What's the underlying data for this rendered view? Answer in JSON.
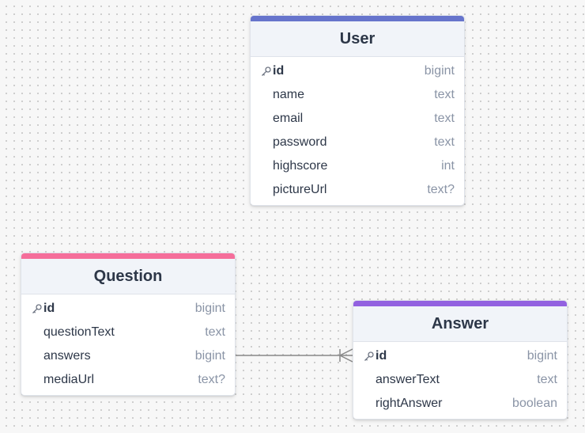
{
  "colors": {
    "user_accent": "#6674cc",
    "question_accent": "#f56e9a",
    "answer_accent": "#9261e0",
    "relation_line": "#888888"
  },
  "tables": {
    "user": {
      "name": "User",
      "columns": [
        {
          "name": "id",
          "type": "bigint",
          "primary_key": true,
          "icon": "key-icon"
        },
        {
          "name": "name",
          "type": "text"
        },
        {
          "name": "email",
          "type": "text"
        },
        {
          "name": "password",
          "type": "text"
        },
        {
          "name": "highscore",
          "type": "int"
        },
        {
          "name": "pictureUrl",
          "type": "text?"
        }
      ]
    },
    "question": {
      "name": "Question",
      "columns": [
        {
          "name": "id",
          "type": "bigint",
          "primary_key": true,
          "icon": "key-icon"
        },
        {
          "name": "questionText",
          "type": "text"
        },
        {
          "name": "answers",
          "type": "bigint"
        },
        {
          "name": "mediaUrl",
          "type": "text?"
        }
      ]
    },
    "answer": {
      "name": "Answer",
      "columns": [
        {
          "name": "id",
          "type": "bigint",
          "primary_key": true,
          "icon": "key-icon"
        },
        {
          "name": "answerText",
          "type": "text"
        },
        {
          "name": "rightAnswer",
          "type": "boolean"
        }
      ]
    }
  },
  "relations": [
    {
      "from": "question.answers",
      "to": "answer.id",
      "from_end": "one",
      "to_end": "many",
      "icon": "crow-foot-icon"
    }
  ]
}
